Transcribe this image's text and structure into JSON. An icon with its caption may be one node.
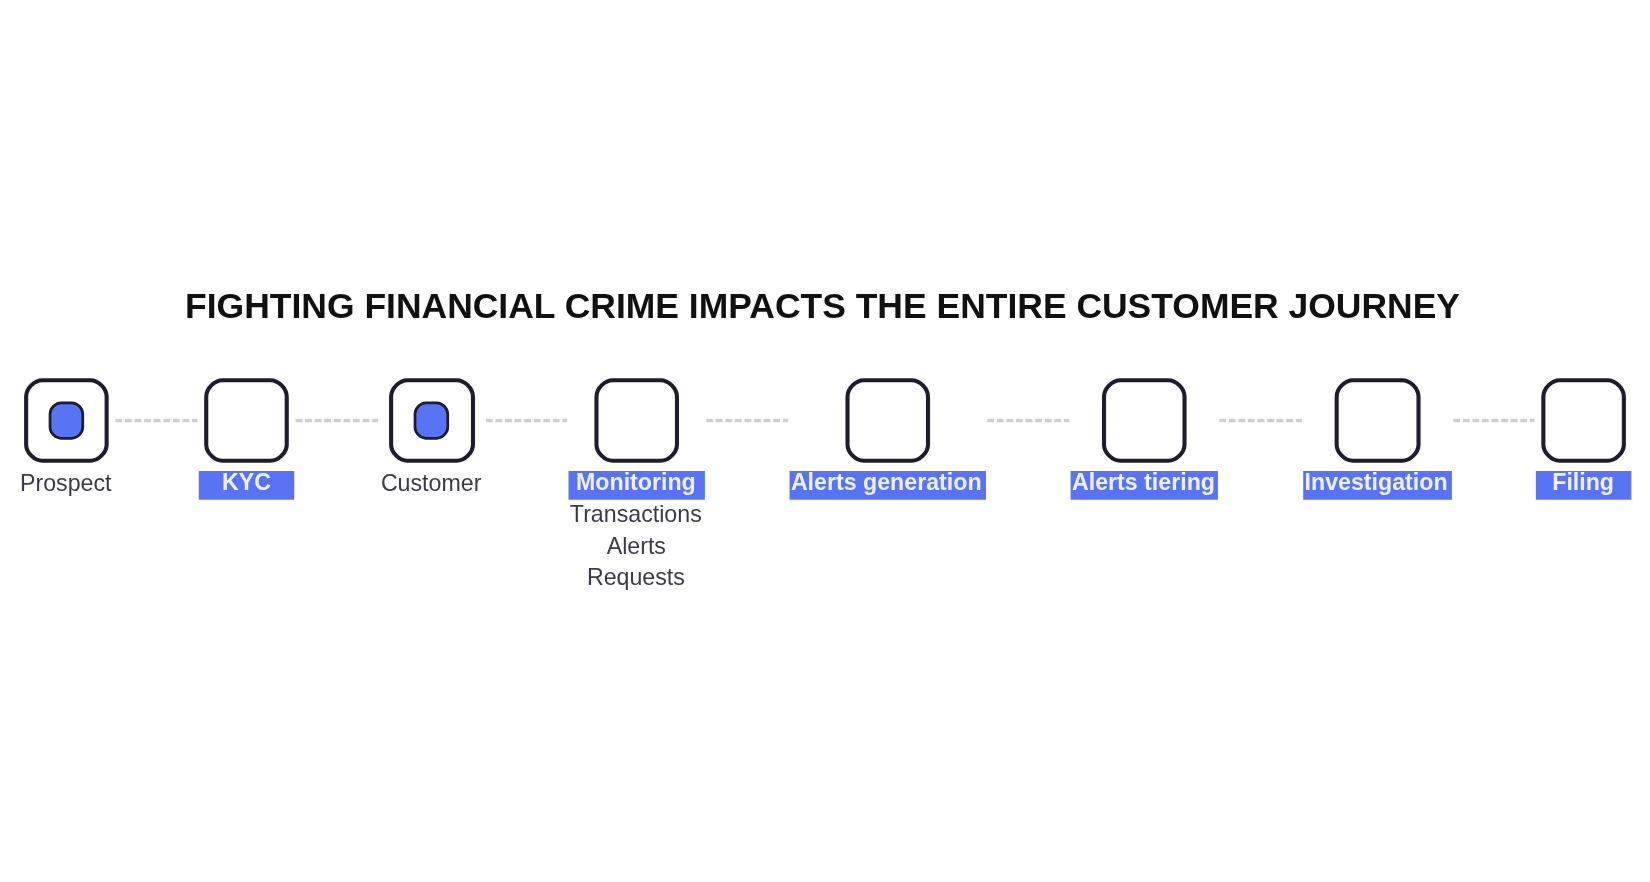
{
  "diagram": {
    "title": "FIGHTING FINANCIAL CRIME IMPACTS THE ENTIRE CUSTOMER JOURNEY",
    "nodes": [
      {
        "text": [
          "Prospect"
        ]
      },
      {
        "text": [
          "KYC"
        ]
      },
      {
        "text": [
          "Customer"
        ]
      },
      {
        "text": [
          "Monitoring",
          "Transactions",
          "Alerts",
          "Requests"
        ]
      },
      {
        "text": [
          "Alerts generation"
        ]
      },
      {
        "text": [
          "Alerts tiering"
        ]
      },
      {
        "text": [
          "Investigation"
        ]
      },
      {
        "text": [
          "Filing"
        ]
      }
    ],
    "edges": [
      {
        "from": 0,
        "to": 1,
        "arrow": "none",
        "style": "dashed"
      },
      {
        "from": 1,
        "to": 2,
        "arrow": "none",
        "style": "dashed"
      },
      {
        "from": 2,
        "to": 3,
        "arrow": "none",
        "style": "dashed"
      },
      {
        "from": 3,
        "to": 4,
        "arrow": "none",
        "style": "dashed"
      },
      {
        "from": 4,
        "to": 5,
        "arrow": "none",
        "style": "dashed"
      },
      {
        "from": 5,
        "to": 6,
        "arrow": "none",
        "style": "dashed"
      },
      {
        "from": 6,
        "to": 7,
        "arrow": "none",
        "style": "dashed"
      }
    ]
  }
}
